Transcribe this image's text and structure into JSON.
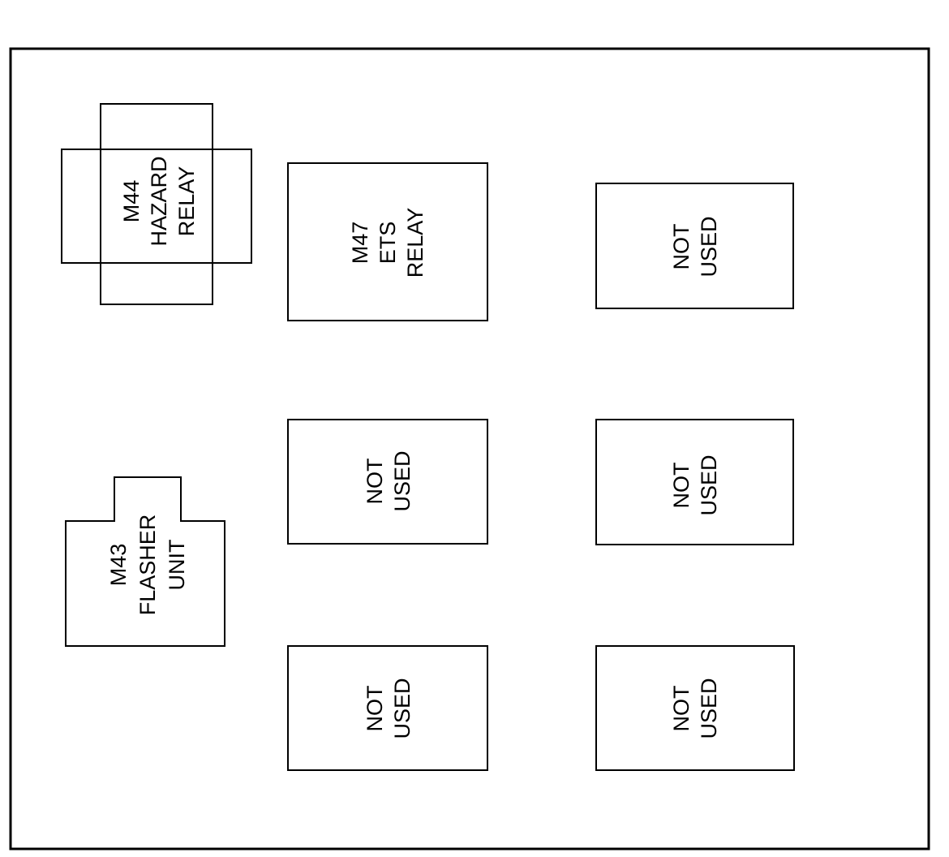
{
  "colors": {
    "background": "#ffffff",
    "line": "#000000",
    "text": "#000000"
  },
  "components": {
    "hazard_relay": {
      "lines": [
        "M44",
        "HAZARD",
        "RELAY"
      ]
    },
    "ets_relay": {
      "lines": [
        "M47",
        "ETS",
        "RELAY"
      ]
    },
    "flasher_unit": {
      "lines": [
        "M43",
        "FLASHER",
        "UNIT"
      ]
    },
    "slot_top_right": {
      "lines": [
        "NOT",
        "USED"
      ]
    },
    "slot_middle_center": {
      "lines": [
        "NOT",
        "USED"
      ]
    },
    "slot_middle_right": {
      "lines": [
        "NOT",
        "USED"
      ]
    },
    "slot_bottom_center": {
      "lines": [
        "NOT",
        "USED"
      ]
    },
    "slot_bottom_right": {
      "lines": [
        "NOT",
        "USED"
      ]
    }
  }
}
